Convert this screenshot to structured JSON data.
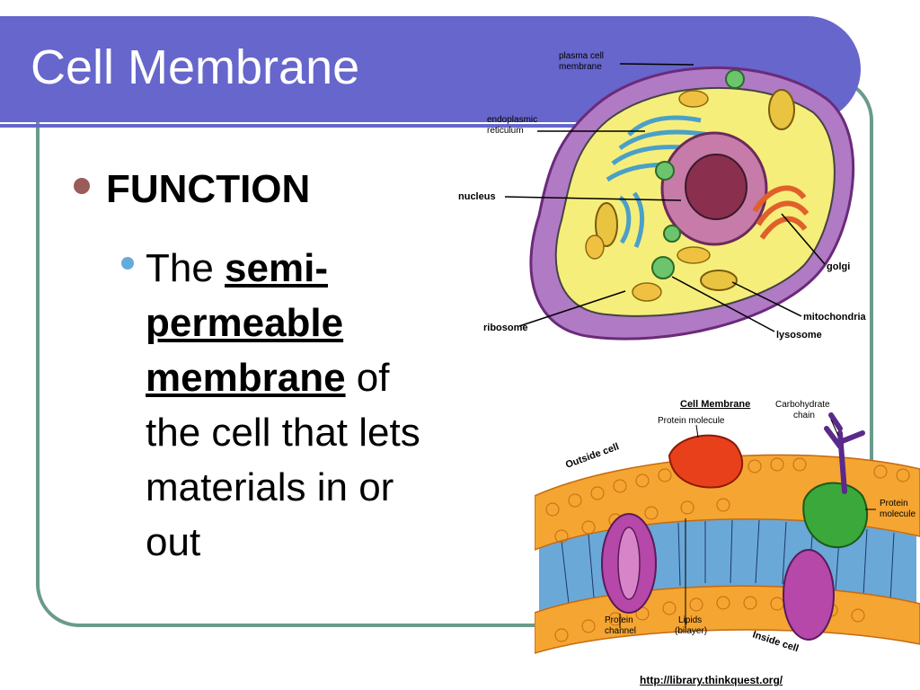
{
  "slide": {
    "title": "Cell Membrane",
    "heading": "FUNCTION",
    "body": {
      "pre": "The ",
      "bold": "semi-permeable membrane",
      "post": " of the cell that lets materials in or out"
    }
  },
  "cell_diagram": {
    "labels": {
      "plasma_line1": "plasma cell",
      "plasma_line2": "membrane",
      "er_line1": "endoplasmic",
      "er_line2": "reticulum",
      "nucleus": "nucleus",
      "golgi": "golgi",
      "ribosome": "ribosome",
      "mitochondria": "mitochondria",
      "lysosome": "lysosome"
    }
  },
  "membrane_diagram": {
    "title": "Cell Membrane",
    "labels": {
      "protein_molecule_top": "Protein molecule",
      "carbohydrate_line1": "Carbohydrate",
      "carbohydrate_line2": "chain",
      "outside": "Outside cell",
      "inside": "Inside cell",
      "protein_molecule_right1": "Protein",
      "protein_molecule_right2": "molecule",
      "protein_channel1": "Protein",
      "protein_channel2": "channel",
      "lipids1": "Lipids",
      "lipids2": "(bilayer)"
    }
  },
  "source_url": "http://library.thinkquest.org/"
}
